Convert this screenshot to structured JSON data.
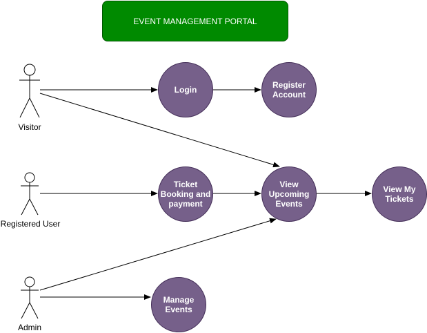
{
  "title": "EVENT MANAGEMENT PORTAL",
  "colors": {
    "title_fill": "#008a00",
    "title_stroke": "#005700",
    "usecase_fill": "#76608a",
    "usecase_stroke": "#432d57",
    "line": "#000000"
  },
  "actors": {
    "visitor": "Visitor",
    "registered_user": "Registered User",
    "admin": "Admin"
  },
  "usecases": {
    "login": "Login",
    "register_account": "Register\nAccount",
    "ticket_booking": "Ticket\nBooking and\npayment",
    "view_upcoming_events": "View\nUpcoming\nEvents",
    "view_my_tickets": "View My\nTickets",
    "manage_events": "Manage\nEvents"
  }
}
